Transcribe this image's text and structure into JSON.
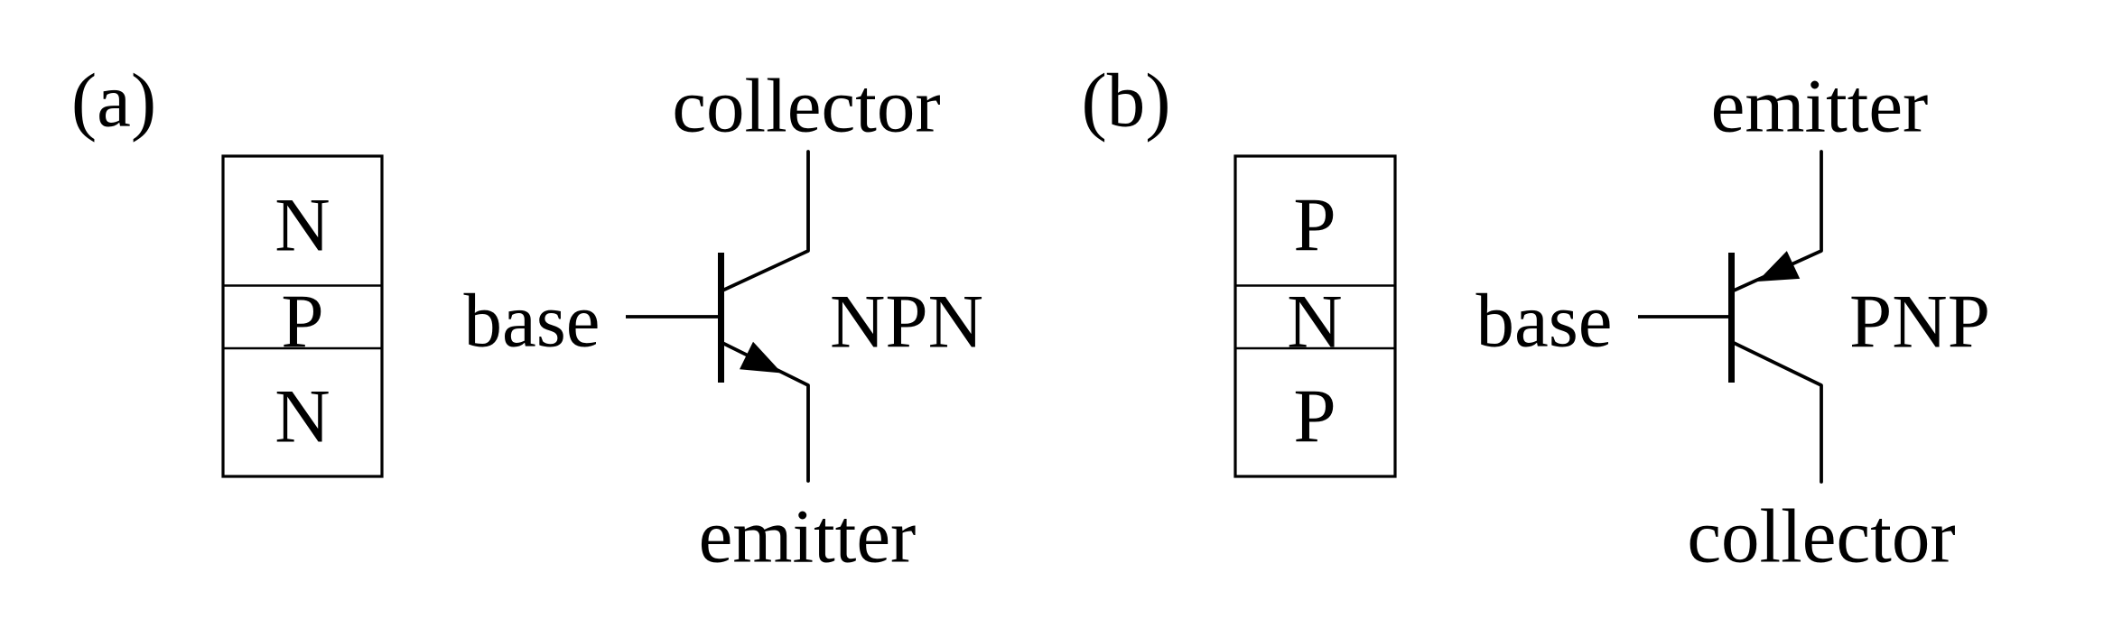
{
  "figure": {
    "description": "Bipolar junction transistor layer structure and circuit symbols",
    "colors": {
      "ink": "#000000",
      "background": "#ffffff"
    },
    "panels": [
      {
        "label": "(a)",
        "layers": [
          "N",
          "P",
          "N"
        ],
        "symbol": "NPN",
        "left_terminal": "base",
        "top_terminal": "collector",
        "bottom_terminal": "emitter",
        "arrow": "on emitter lead, pointing away from base bar"
      },
      {
        "label": "(b)",
        "layers": [
          "P",
          "N",
          "P"
        ],
        "symbol": "PNP",
        "left_terminal": "base",
        "top_terminal": "emitter",
        "bottom_terminal": "collector",
        "arrow": "on emitter lead, pointing toward base bar"
      }
    ]
  }
}
